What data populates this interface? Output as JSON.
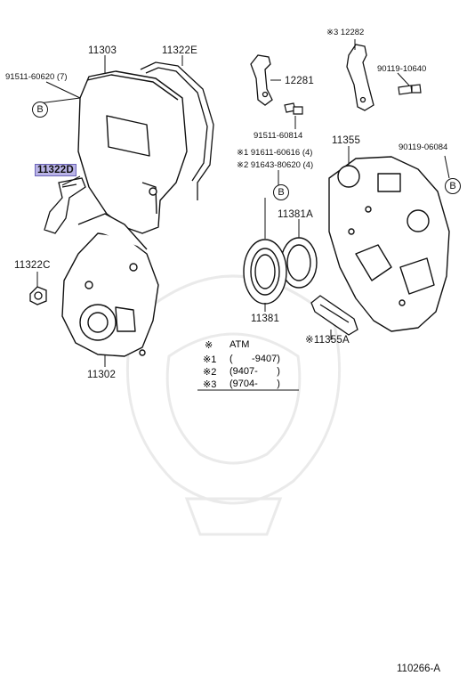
{
  "parts": {
    "p11303": "11303",
    "p11322E": "11322E",
    "p91511_60620": "91511-60620 (7)",
    "p11322D": "11322D",
    "p11322C": "11322C",
    "p11302": "11302",
    "p12282": "※3 12282",
    "p12281": "12281",
    "p90119_10640": "90119-10640",
    "p91511_60814": "91511-60814",
    "p91611_60616": "※1 91611-60616 (4)",
    "p91643_80620": "※2 91643-80620 (4)",
    "p11355": "11355",
    "p90119_06084": "90119-06084",
    "p11381A": "11381A",
    "p11381": "11381",
    "p11355A": "※11355A"
  },
  "callouts": {
    "b1": "B",
    "b2": "B",
    "b3": "B"
  },
  "legend": {
    "r0_sym": "※",
    "r0_val": "ATM",
    "r1_sym": "※1",
    "r1_val": "(       -9407)",
    "r2_sym": "※2",
    "r2_val": "(9407-       )",
    "r3_sym": "※3",
    "r3_val": "(9704-       )"
  },
  "footer": {
    "code": "110266-A"
  },
  "highlight_color": "#b9b3e6"
}
